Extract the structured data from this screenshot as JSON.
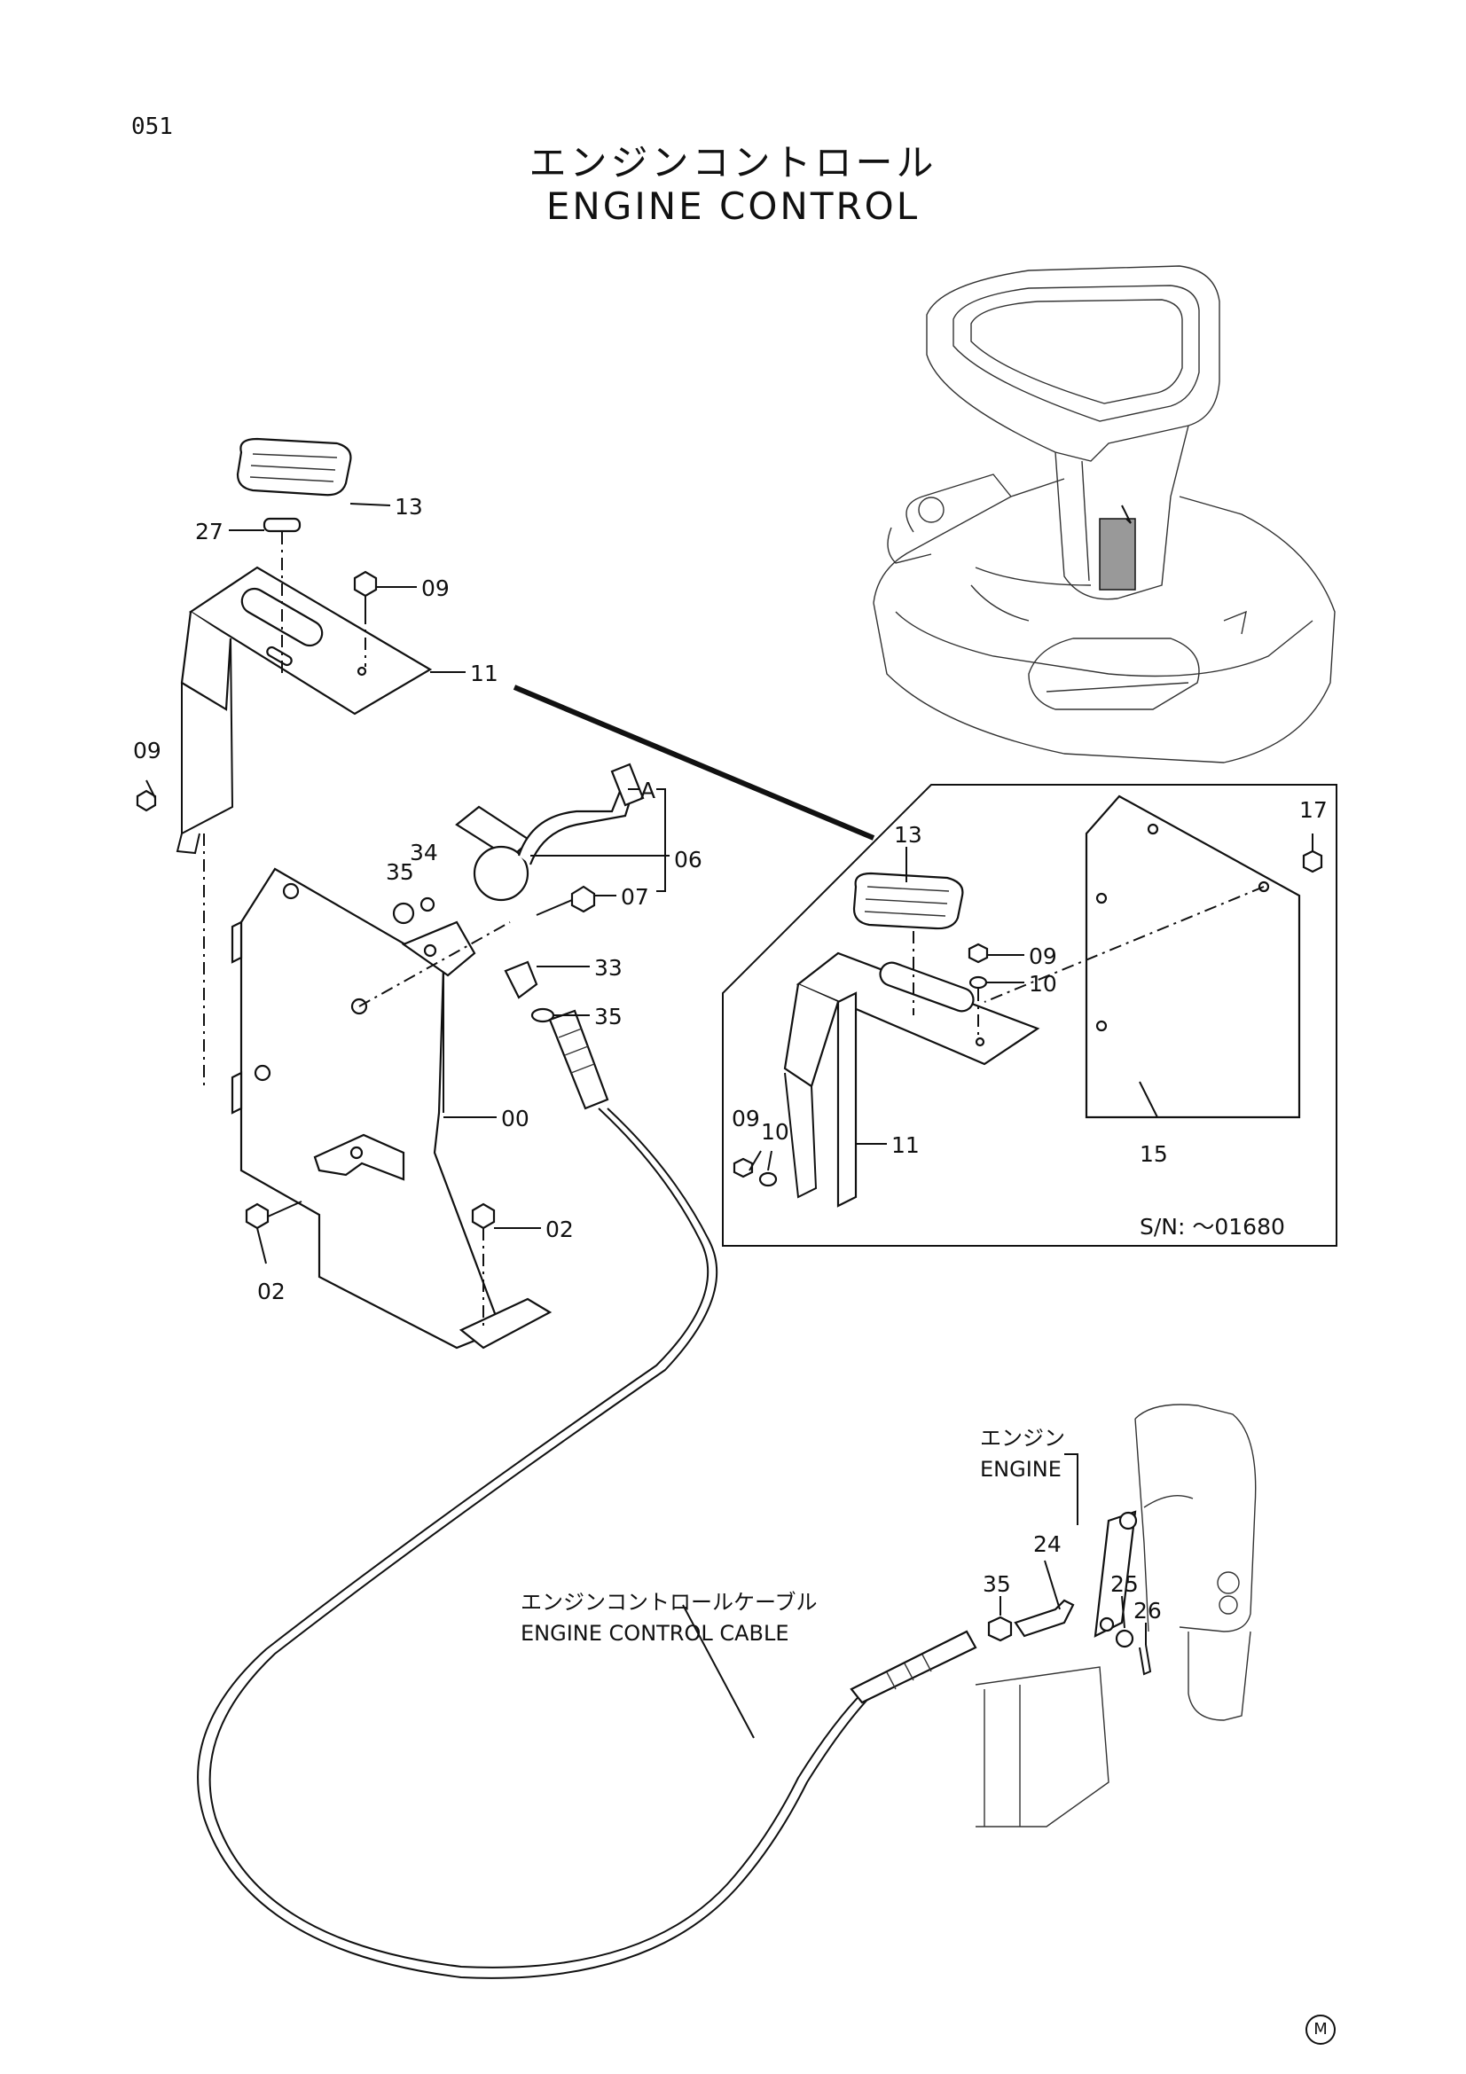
{
  "page_number": "051",
  "title": {
    "japanese": "エンジンコントロール",
    "english": "ENGINE CONTROL"
  },
  "callouts": {
    "p13_main": "13",
    "p27": "27",
    "p09_top": "09",
    "p11_main": "11",
    "p09_left": "09",
    "pA": "A",
    "p06": "06",
    "p35_a": "35",
    "p34": "34",
    "p07": "07",
    "p33": "33",
    "p35_b": "35",
    "p00": "00",
    "p02_left": "02",
    "p02_right": "02",
    "inset_13": "13",
    "inset_17": "17",
    "inset_09_top": "09",
    "inset_10_top": "10",
    "inset_09_bottom": "09",
    "inset_10_bottom": "10",
    "inset_11": "11",
    "inset_15": "15",
    "p35_engine": "35",
    "p24": "24",
    "p25": "25",
    "p26": "26"
  },
  "inset_serial": "S/N: ～01680",
  "engine_label": {
    "japanese": "エンジン",
    "english": "ENGINE"
  },
  "cable_label": {
    "japanese": "エンジンコントロールケーブル",
    "english": "ENGINE CONTROL CABLE"
  },
  "corner_mark": "M"
}
